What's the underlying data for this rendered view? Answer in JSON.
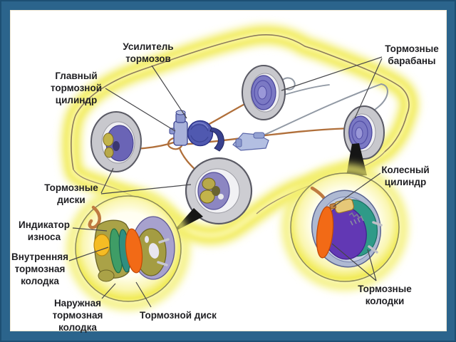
{
  "window": {
    "frame_color": "#2b648c",
    "canvas_color": "#ffffff"
  },
  "diagram": {
    "labels": {
      "brake_booster": "Усилитель\nтормозов",
      "master_cylinder": "Главный\nтормозной\nцилиндр",
      "brake_drums": "Тормозные\nбарабаны",
      "brake_discs": "Тормозные\nдиски",
      "wear_indicator": "Индикатор\nизноса",
      "inner_brake_pad": "Внутренняя\nтормозная\nколодка",
      "outer_brake_pad": "Наружная\nтормозная\nколодка",
      "brake_disc": "Тормозной диск",
      "wheel_cylinder": "Колесный\nцилиндр",
      "brake_shoes": "Тормозные\nколодки"
    },
    "colors": {
      "frame_blue": "#2b648c",
      "glow_yellow": "#f1ec55",
      "car_outline": "#8c7b5a",
      "pipe_copper": "#b06f3a",
      "pipe_gray": "#9199a4",
      "booster_blue": "#5059b0",
      "drum_purple": "#7b79c4",
      "pad_orange": "#f26a16",
      "pad_green": "#3f9d66",
      "pad_teal": "#2f8f80",
      "wear_indicator_amber": "#f5bc24",
      "caliper_olive": "#aaa247",
      "rotor_lavender": "#a7a1ce",
      "drum_interior_purple": "#6238b4",
      "backing_plate_teal": "#2f9a88",
      "wheel_cylinder_gold": "#e6c878",
      "label_text": "#1f1f23"
    }
  }
}
